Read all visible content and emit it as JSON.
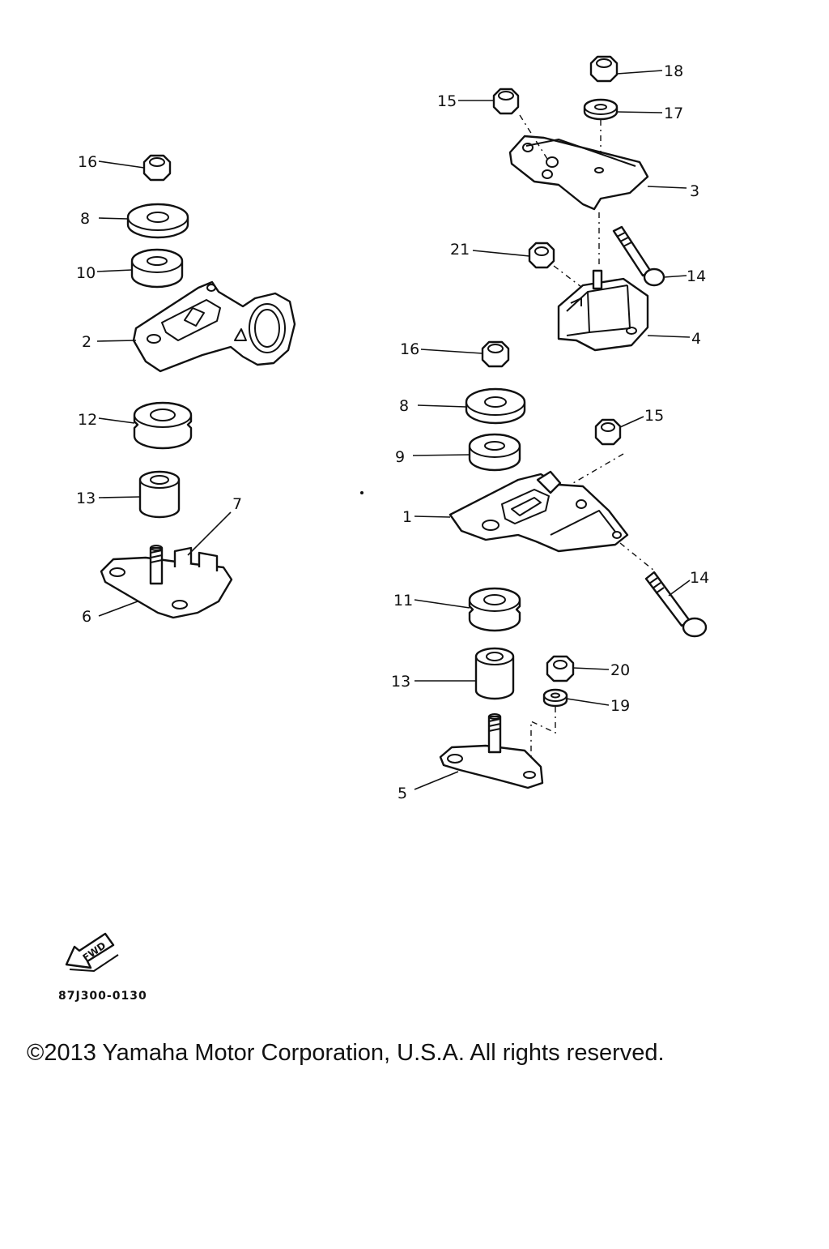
{
  "diagram": {
    "labels": {
      "p1": "1",
      "p2": "2",
      "p3": "3",
      "p4": "4",
      "p5": "5",
      "p6": "6",
      "p7": "7",
      "p8a": "8",
      "p8b": "8",
      "p9": "9",
      "p10": "10",
      "p11": "11",
      "p12": "12",
      "p13a": "13",
      "p13b": "13",
      "p14a": "14",
      "p14b": "14",
      "p15a": "15",
      "p15b": "15",
      "p16a": "16",
      "p16b": "16",
      "p17": "17",
      "p18": "18",
      "p19": "19",
      "p20": "20",
      "p21": "21"
    },
    "fwd_label": "FWD",
    "drawing_code": "87J300-0130"
  },
  "footer": {
    "copyright": "©2013 Yamaha Motor Corporation, U.S.A. All rights reserved."
  }
}
